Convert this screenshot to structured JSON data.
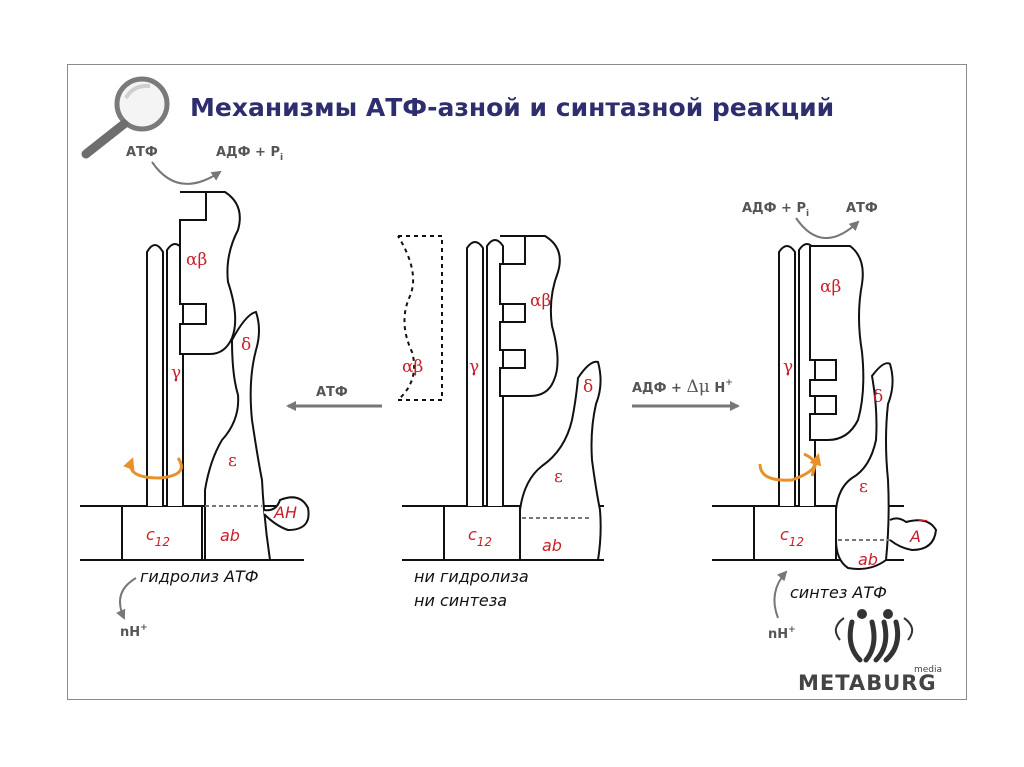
{
  "title": "Механизмы АТФ-азной и синтазной реакций",
  "left": {
    "atp": "АТФ",
    "adp_pi": "АДФ + P",
    "pi_sub": "i",
    "caption": "гидролиз АТФ",
    "proton": "nH",
    "proton_sup": "+",
    "ah": "AH"
  },
  "middle": {
    "caption_1": "ни гидролиза",
    "caption_2": "ни синтеза",
    "arrow_left_label": "АТФ",
    "arrow_right_label_a": "АДФ + ",
    "arrow_right_label_b": "Δμ",
    "arrow_right_label_c": " H",
    "arrow_right_sup": "+"
  },
  "right": {
    "adp_pi": "АДФ + P",
    "pi_sub": "i",
    "atp": "АТФ",
    "caption": "синтез АТФ",
    "proton": "nH",
    "proton_sup": "+",
    "a_minus": "A"
  },
  "subunits": {
    "ab_greek": "αβ",
    "gamma": "γ",
    "delta": "δ",
    "epsilon": "ε",
    "c": "c",
    "c_sub": "12",
    "ab": "ab"
  },
  "logo": {
    "name": "METABURG",
    "media": "media"
  },
  "colors": {
    "title": "#2e2e6e",
    "labels": "#c8202a",
    "rotation_arrow": "#e8902a",
    "arrows": "#777777"
  }
}
